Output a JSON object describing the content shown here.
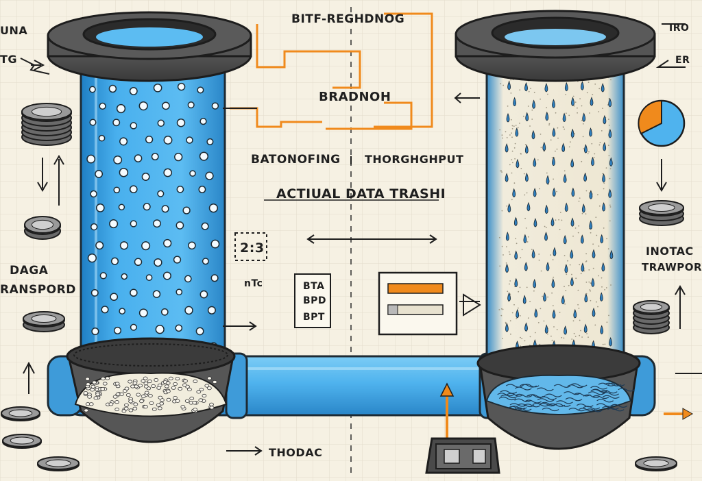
{
  "labels": {
    "top_center": "BITF-REGHDNOG",
    "mid_center": "BRADNOH",
    "left_header": "BATONOFING",
    "right_header": "THORGHGHPUT",
    "banner": "ACTIUAL DATA TRASHI",
    "ratio": "2:3",
    "ratio_sub": "nTc",
    "list_line1": "BTA",
    "list_line2": "BPD",
    "list_line3": "BPT",
    "bottom_label": "THODAC",
    "left_top1": "UNA",
    "left_top2": "TG",
    "left_side_line1": "DAGA",
    "left_side_line2": "RANSPORD",
    "right_top1": "IRO",
    "right_top2": "ER",
    "right_side_line1": "INOTAC",
    "right_side_line2": "TRAWPORD"
  },
  "colors": {
    "water_blue": "#3aa6e6",
    "pipe_blue": "#4fb3ee",
    "orange": "#f08a1c",
    "dark_gray": "#4a4a4a",
    "paper": "#f6f1e3",
    "sand": "#efe9d6"
  },
  "icons": [
    "coin-stack-icon",
    "pie-chart-icon",
    "arrow-icon",
    "switch-device-icon",
    "progress-panel-icon"
  ]
}
